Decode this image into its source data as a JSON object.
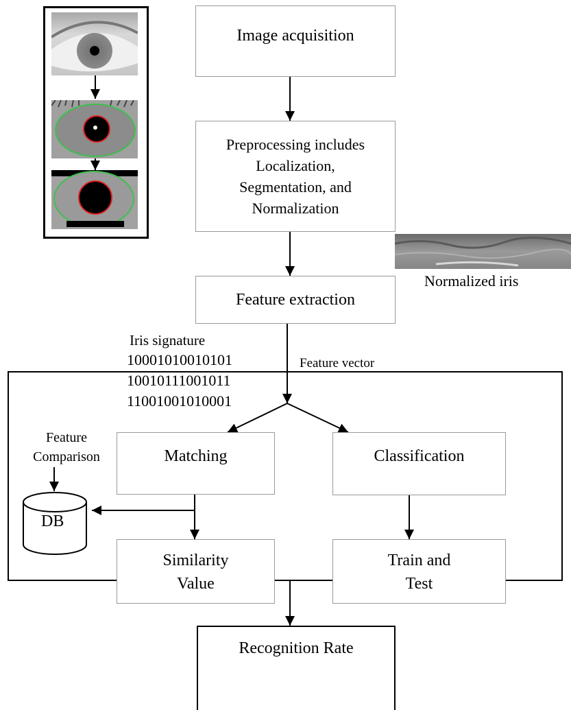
{
  "boxes": {
    "image_acquisition": "Image acquisition",
    "preprocessing": "Preprocessing includes\nLocalization,\nSegmentation, and\nNormalization",
    "feature_extraction": "Feature extraction",
    "matching": "Matching",
    "classification": "Classification",
    "similarity_value": "Similarity\nValue",
    "train_and_test": "Train and\nTest",
    "recognition_rate": "Recognition Rate",
    "database": "DB"
  },
  "labels": {
    "normalized_iris": "Normalized iris",
    "iris_signature": "Iris signature",
    "signature_bits": [
      "10001010010101",
      "10010111001011",
      "11001001010001"
    ],
    "feature_vector": "Feature vector",
    "feature_comparison": "Feature\nComparison"
  }
}
